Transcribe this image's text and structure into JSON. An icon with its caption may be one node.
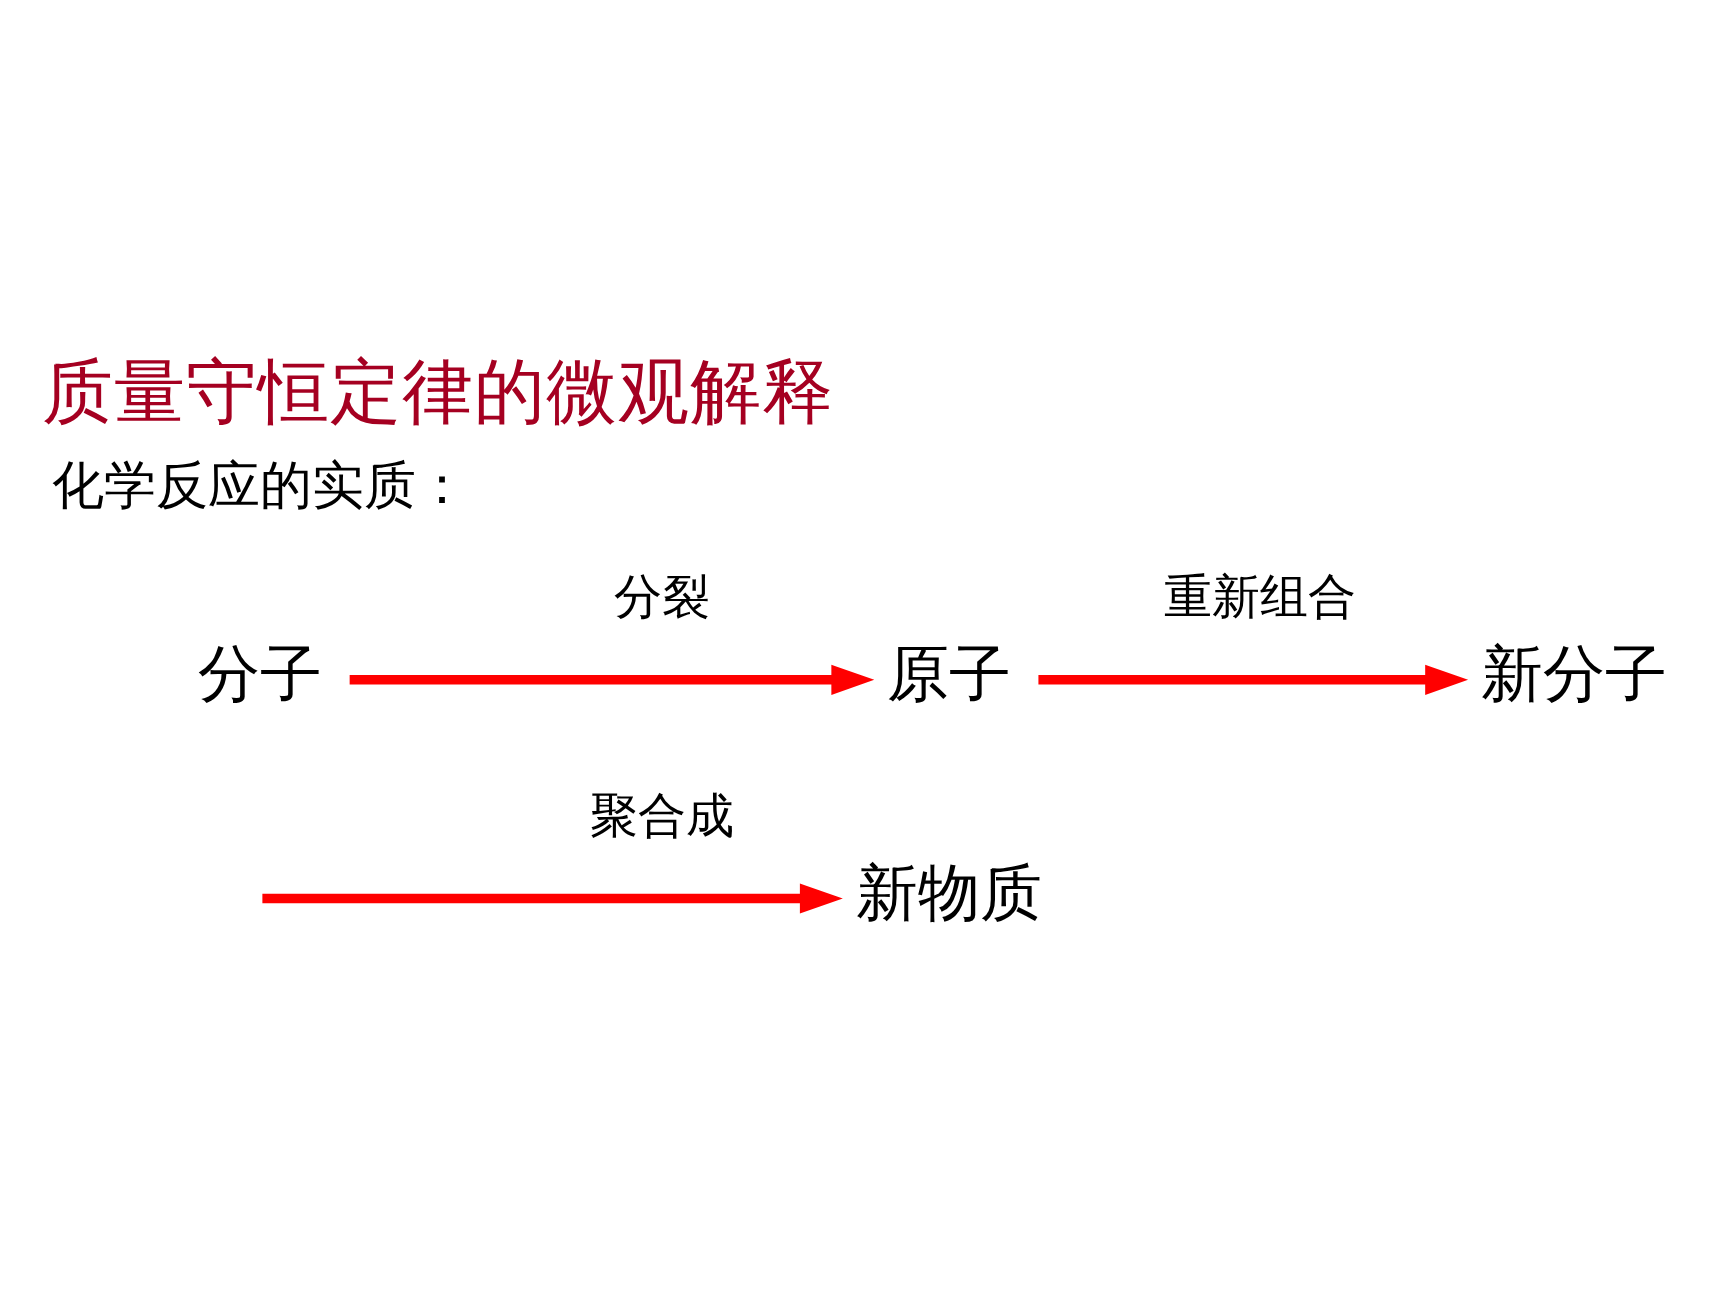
{
  "diagram": {
    "title": "质量守恒定律的微观解释",
    "nodes": [
      {
        "text": [
          "分子"
        ]
      },
      {
        "text": [
          "原子"
        ]
      },
      {
        "text": [
          "新分子"
        ]
      },
      {
        "text": [
          "新物质"
        ]
      }
    ],
    "edges": [
      {
        "from": 0,
        "to": 1,
        "arrow": "to",
        "label": "分裂"
      },
      {
        "from": 1,
        "to": 2,
        "arrow": "to",
        "label": "重新组合"
      },
      {
        "from": null,
        "to": 3,
        "arrow": "to",
        "label": "聚合成"
      }
    ],
    "labels": [
      "化学反应的实质："
    ]
  }
}
